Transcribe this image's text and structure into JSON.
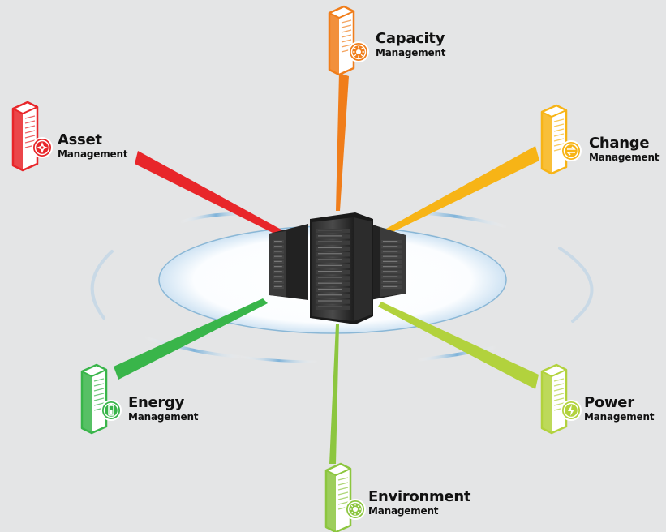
{
  "center": {
    "label": "Data center servers"
  },
  "nodes": [
    {
      "id": "capacity",
      "title": "Capacity",
      "subtitle": "Management",
      "color": "#f07d1a",
      "icon": "capacity-dial-icon"
    },
    {
      "id": "change",
      "title": "Change",
      "subtitle": "Management",
      "color": "#f7b416",
      "icon": "change-arrows-icon"
    },
    {
      "id": "power",
      "title": "Power",
      "subtitle": "Management",
      "color": "#b2d23d",
      "icon": "power-bolt-icon"
    },
    {
      "id": "environment",
      "title": "Environment",
      "subtitle": "Management",
      "color": "#8cc63f",
      "icon": "environment-sun-icon"
    },
    {
      "id": "energy",
      "title": "Energy",
      "subtitle": "Management",
      "color": "#39b54a",
      "icon": "energy-battery-icon"
    },
    {
      "id": "asset",
      "title": "Asset",
      "subtitle": "Management",
      "color": "#e8262a",
      "icon": "asset-target-icon"
    }
  ]
}
